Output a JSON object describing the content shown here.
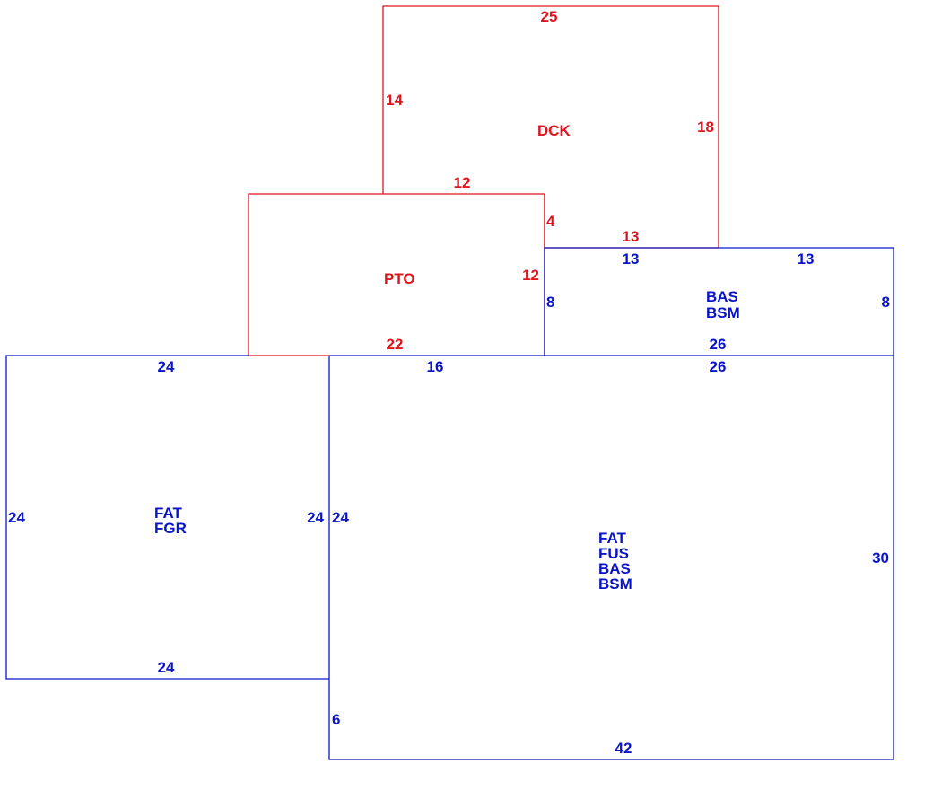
{
  "colors": {
    "blue": "#0a14c8",
    "red": "#e0141e"
  },
  "areas": {
    "dck": {
      "codes": [
        "DCK"
      ],
      "dims": {
        "top": "25",
        "left": "14",
        "right": "18",
        "bottom_left": "12",
        "bottom_right": "13",
        "step": "4"
      }
    },
    "pto": {
      "codes": [
        "PTO"
      ],
      "dims": {
        "right": "12",
        "bottom": "22"
      }
    },
    "bas_upper": {
      "codes": [
        "BAS",
        "BSM"
      ],
      "dims": {
        "top_left": "13",
        "top_right": "13",
        "left": "8",
        "right": "8",
        "bottom": "26"
      }
    },
    "garage": {
      "codes": [
        "FAT",
        "FGR"
      ],
      "dims": {
        "top": "24",
        "left": "24",
        "right": "24",
        "bottom": "24"
      }
    },
    "main": {
      "codes": [
        "FAT",
        "FUS",
        "BAS",
        "BSM"
      ],
      "dims": {
        "top_left": "16",
        "top_right": "26",
        "left": "24",
        "right": "30",
        "left_lower": "6",
        "bottom": "42"
      }
    }
  }
}
